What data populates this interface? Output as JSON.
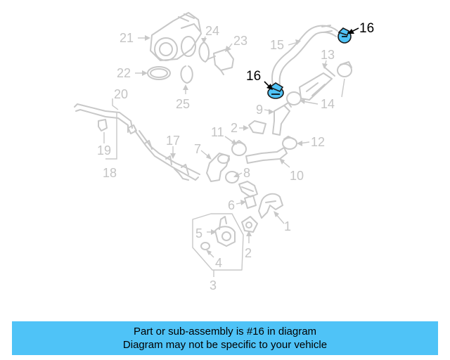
{
  "diagram": {
    "highlighted_part": "16",
    "labels": {
      "p1": "1",
      "p2a": "2",
      "p2b": "2",
      "p3": "3",
      "p4": "4",
      "p5": "5",
      "p6": "6",
      "p7": "7",
      "p8": "8",
      "p9": "9",
      "p10": "10",
      "p11": "11",
      "p12": "12",
      "p13": "13",
      "p14": "14",
      "p15": "15",
      "p16a": "16",
      "p16b": "16",
      "p17": "17",
      "p18": "18",
      "p19": "19",
      "p20": "20",
      "p21": "21",
      "p22": "22",
      "p23": "23",
      "p24": "24",
      "p25": "25"
    }
  },
  "banner": {
    "line1": "Part or sub-assembly is #16 in diagram",
    "line2": "Diagram may not be specific to your vehicle",
    "color": "#4fc3f7"
  }
}
